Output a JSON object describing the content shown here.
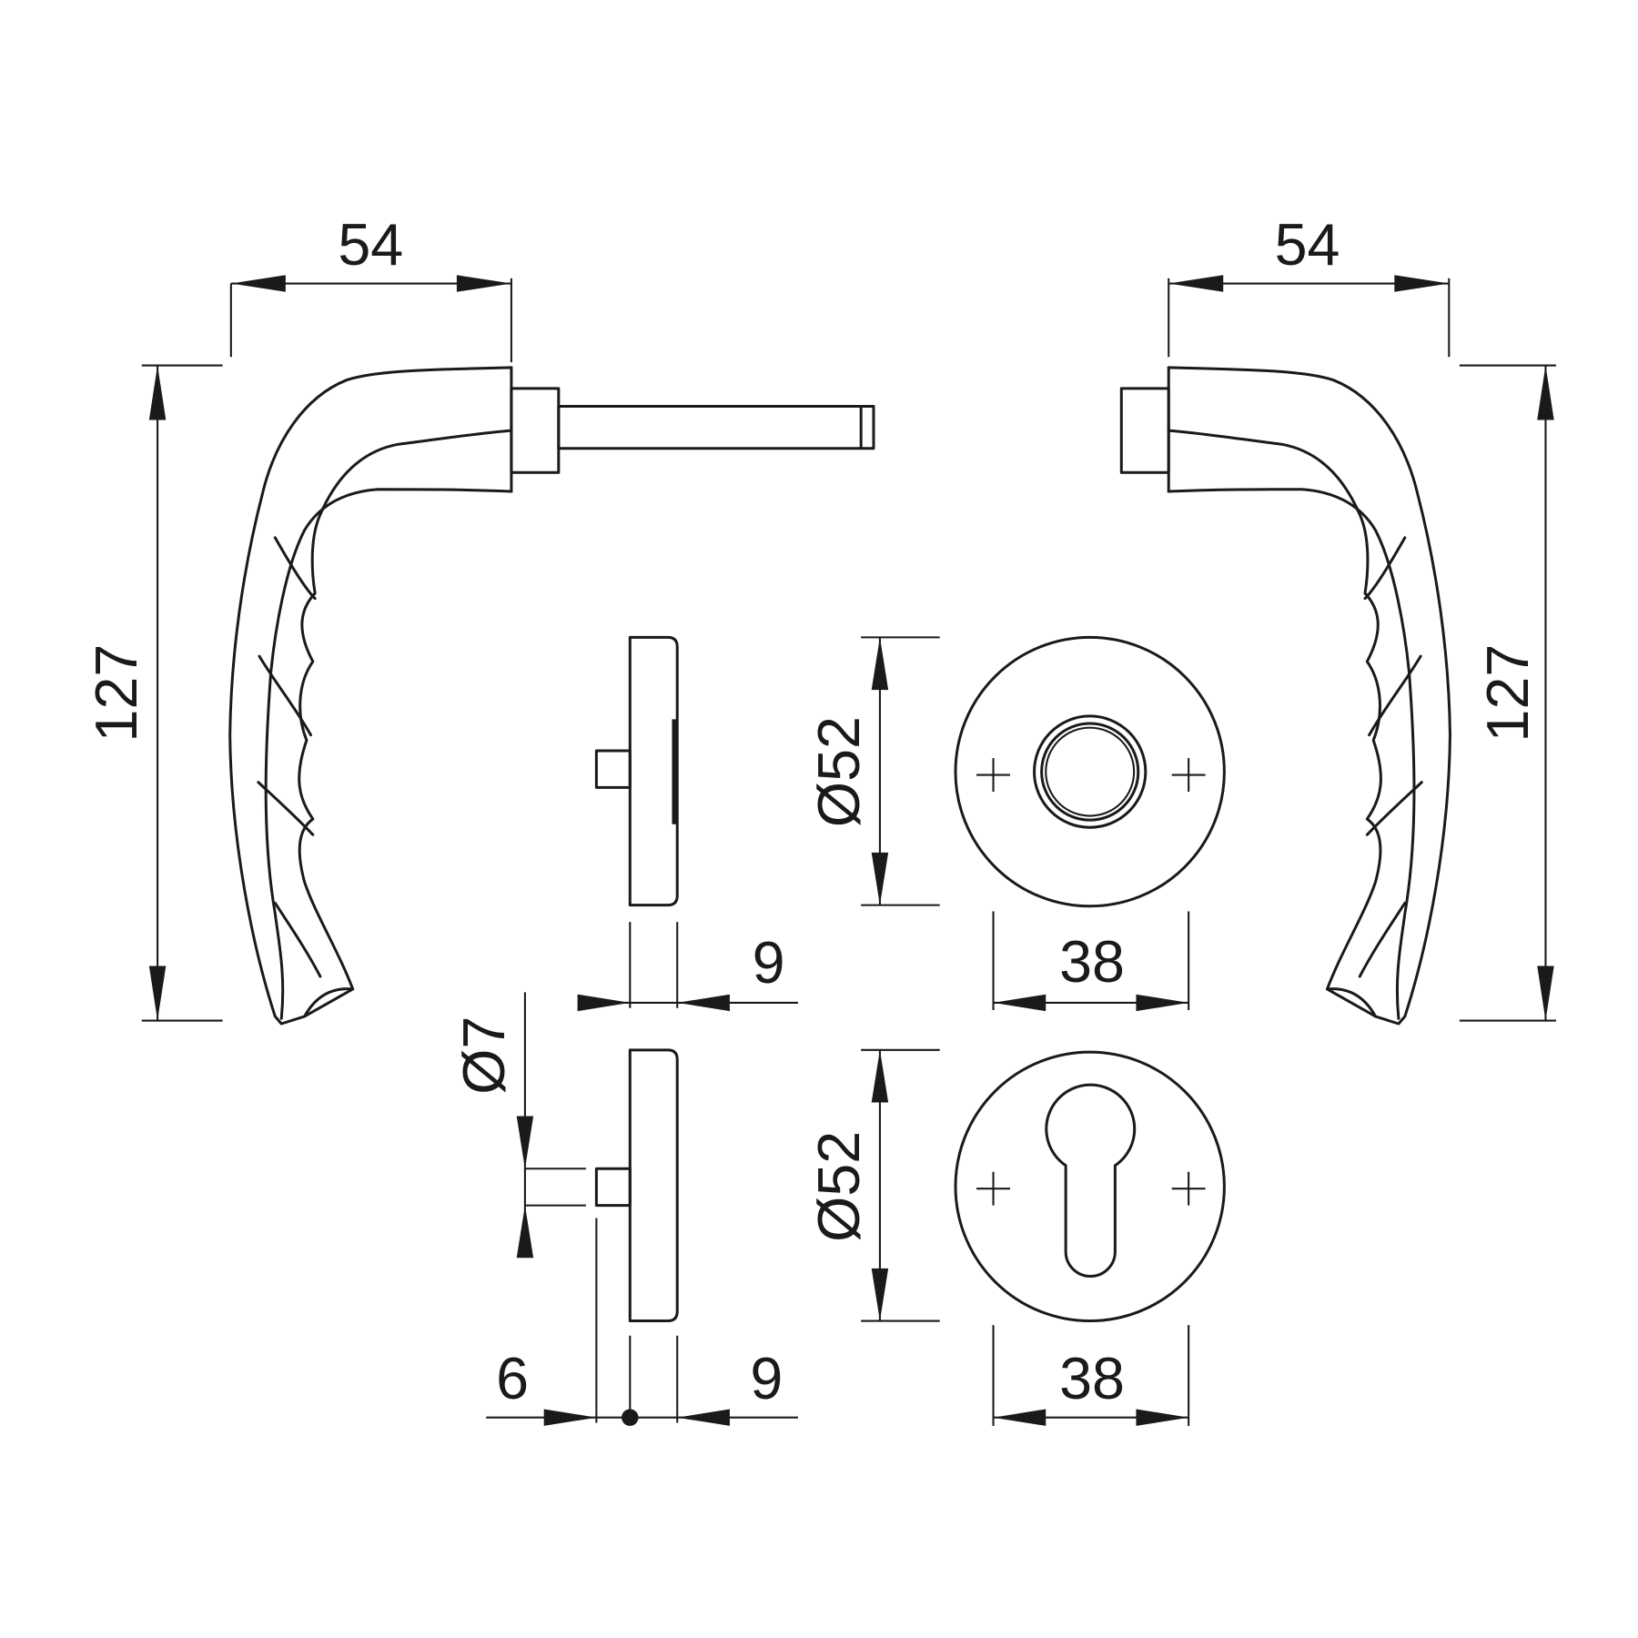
{
  "title": "Door handle set technical drawing",
  "line_color": "#1a1a1a",
  "dimensions": {
    "left_handle_projection": "54",
    "left_handle_height": "127",
    "right_handle_projection": "54",
    "right_handle_height": "127",
    "rose_thickness_top": "9",
    "rose_diameter_top": "Ø52",
    "rose_fixing_distance_top": "38",
    "spindle_diameter": "Ø7",
    "spindle_offset": "6",
    "rose_thickness_bottom": "9",
    "rose_diameter_bottom": "Ø52",
    "rose_fixing_distance_bottom": "38"
  }
}
